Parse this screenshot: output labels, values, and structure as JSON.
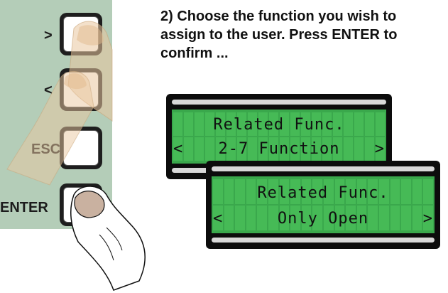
{
  "keypad": {
    "keys": [
      {
        "label": ">"
      },
      {
        "label": "<"
      },
      {
        "label": "ESC"
      },
      {
        "label": "ENTER"
      }
    ]
  },
  "instruction": {
    "step_number": "2",
    "text": ") Choose the function you wish to assign to the user. Press ENTER to confirm ..."
  },
  "lcd_back": {
    "line1": "Related Func.",
    "line2_left": "<",
    "line2_text": "2-7 Function",
    "line2_right": ">"
  },
  "lcd_front": {
    "line1": "Related Func.",
    "line2_left": "<",
    "line2_text": "Only Open",
    "line2_right": ">"
  },
  "colors": {
    "panel": "#b4cdb8",
    "lcd_green": "#3aa84c",
    "lcd_frame": "#0c0c0c",
    "finger": "#e9c79f"
  }
}
